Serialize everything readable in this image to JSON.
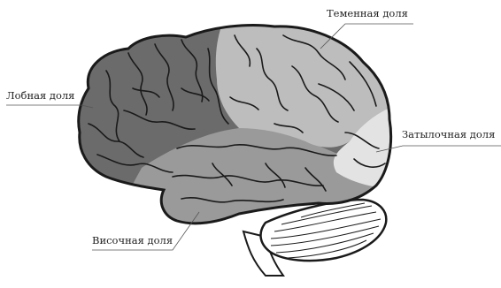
{
  "labels": {
    "parietal": "Теменная доля",
    "frontal": "Лобная доля",
    "occipital": "Затылочная доля",
    "temporal": "Височная доля"
  },
  "colors": {
    "frontal_lobe": "#6b6b6b",
    "parietal_lobe": "#bdbdbd",
    "occipital_lobe": "#e3e3e3",
    "temporal_lobe": "#9a9a9a",
    "cerebellum": "#ffffff",
    "outline": "#1a1a1a"
  }
}
